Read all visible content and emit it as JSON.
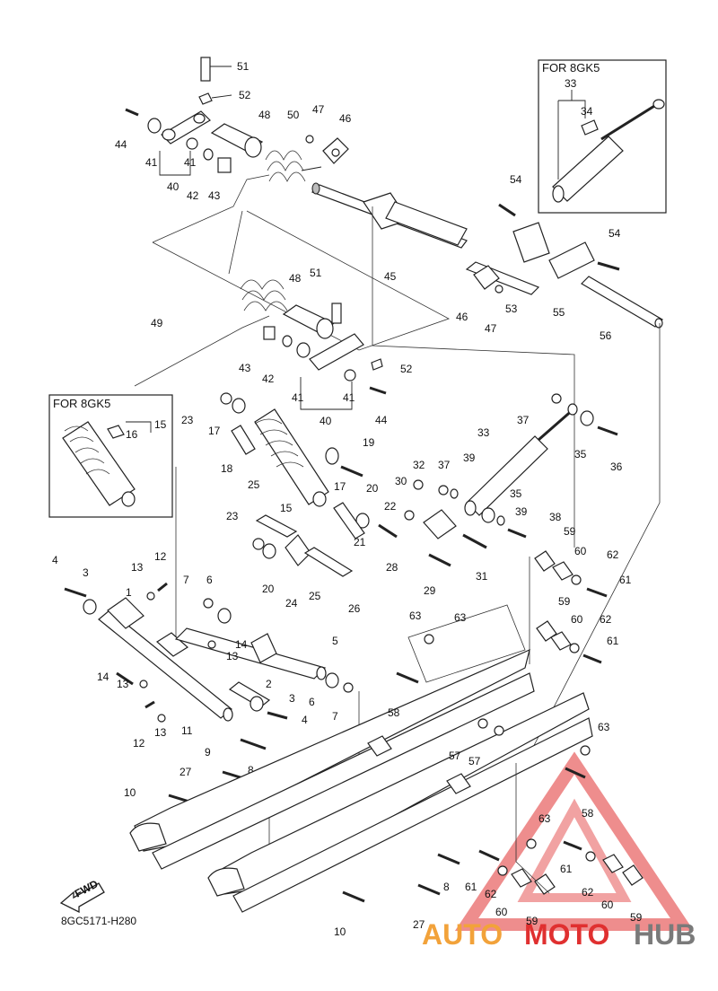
{
  "diagram": {
    "drawing_code": "8GC5171-H280",
    "inset_top": {
      "title": "FOR 8GK5",
      "labels": [
        "33",
        "34"
      ]
    },
    "inset_left": {
      "title": "FOR 8GK5",
      "labels": [
        "15",
        "16"
      ]
    },
    "fwd_label": "FWD",
    "watermark": {
      "auto": "AUTO",
      "moto": "MOTO",
      "hub": "HUB",
      "color_red": "#e03030",
      "color_orange": "#f2a23a",
      "color_gray": "#7a7a7a"
    },
    "callouts": {
      "c51a": "51",
      "c52a": "52",
      "c44a": "44",
      "c48a": "48",
      "c50": "50",
      "c47a": "47",
      "c46a": "46",
      "c41a": "41",
      "c41b": "41",
      "c40a": "40",
      "c42a": "42",
      "c43a": "43",
      "c54a": "54",
      "c54b": "54",
      "c45": "45",
      "c46b": "46",
      "c47b": "47",
      "c53": "53",
      "c55": "55",
      "c56": "56",
      "c48b": "48",
      "c51b": "51",
      "c49": "49",
      "c43b": "43",
      "c42b": "42",
      "c52b": "52",
      "c41c": "41",
      "c41d": "41",
      "c40b": "40",
      "c44b": "44",
      "c23a": "23",
      "c17a": "17",
      "c18": "18",
      "c19": "19",
      "c17b": "17",
      "c25a": "25",
      "c15": "15",
      "c20a": "20",
      "c22": "22",
      "c23b": "23",
      "c21": "21",
      "c20b": "20",
      "c24": "24",
      "c25b": "25",
      "c26": "26",
      "c37a": "37",
      "c35a": "35",
      "c36": "36",
      "c33": "33",
      "c32": "32",
      "c37b": "37",
      "c39a": "39",
      "c30": "30",
      "c35b": "35",
      "c39b": "39",
      "c38": "38",
      "c28": "28",
      "c31": "31",
      "c29": "29",
      "c59a": "59",
      "c60a": "60",
      "c62a": "62",
      "c61a": "61",
      "c59b": "59",
      "c60b": "60",
      "c62b": "62",
      "c61b": "61",
      "c63a": "63",
      "c63b": "63",
      "c58a": "58",
      "c57a": "57",
      "c57b": "57",
      "c4a": "4",
      "c3a": "3",
      "c1": "1",
      "c13a": "13",
      "c12a": "12",
      "c7a": "7",
      "c6a": "6",
      "c14a": "14",
      "c13b": "13",
      "c5": "5",
      "c14b": "14",
      "c13c": "13",
      "c2": "2",
      "c6b": "6",
      "c7b": "7",
      "c3b": "3",
      "c4b": "4",
      "c12b": "12",
      "c13d": "13",
      "c11": "11",
      "c9": "9",
      "c8a": "8",
      "c27a": "27",
      "c10a": "10",
      "c63c": "63",
      "c58b": "58",
      "c63d": "63",
      "c61c": "61",
      "c62c": "62",
      "c60c": "60",
      "c59c": "59",
      "c61d": "61",
      "c62d": "62",
      "c60d": "60",
      "c59d": "59",
      "c8b": "8",
      "c27b": "27",
      "c10b": "10"
    }
  }
}
